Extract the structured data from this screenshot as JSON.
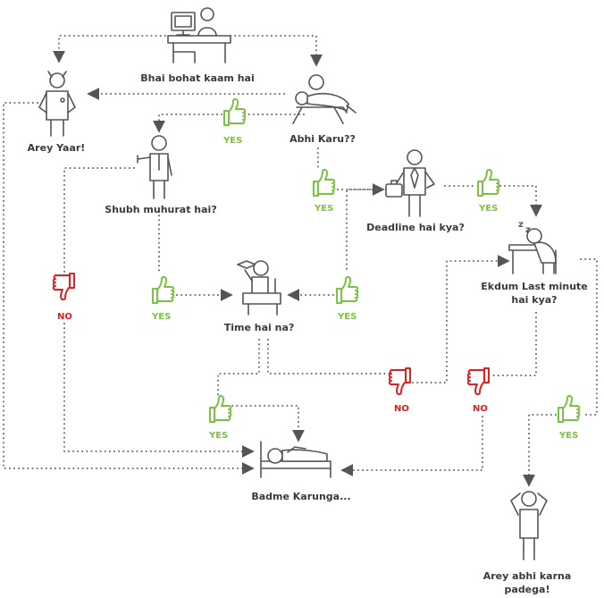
{
  "colors": {
    "yes": "#7cc242",
    "no": "#e02020",
    "text": "#3a3a3a",
    "line": "#6a6a6a"
  },
  "nodes": {
    "start": "Bhai bohat kaam hai",
    "arey_yaar": "Arey Yaar!",
    "abhi_karu": "Abhi Karu??",
    "shubh_muhurat": "Shubh muhurat hai?",
    "deadline": "Deadline hai kya?",
    "time_hai_na": "Time hai na?",
    "ekdum_line1": "Ekdum Last minute",
    "ekdum_line2": "hai kya?",
    "badme": "Badme Karunga...",
    "arey_abhi_line1": "Arey abhi karna",
    "arey_abhi_line2": "padega!"
  },
  "tags": {
    "yes": "YES",
    "no": "NO"
  },
  "icons": {
    "start": "person-at-desk-icon",
    "arey_yaar": "frustrated-person-icon",
    "abhi_karu": "lounging-person-icon",
    "shubh_muhurat": "pointing-person-icon",
    "deadline": "businessman-briefcase-icon",
    "time_hai_na": "reading-person-icon",
    "ekdum": "sleeping-at-desk-icon",
    "badme": "sleeping-in-bed-icon",
    "arey_abhi": "hands-on-head-icon",
    "yes": "thumbs-up-icon",
    "no": "thumbs-down-icon"
  }
}
